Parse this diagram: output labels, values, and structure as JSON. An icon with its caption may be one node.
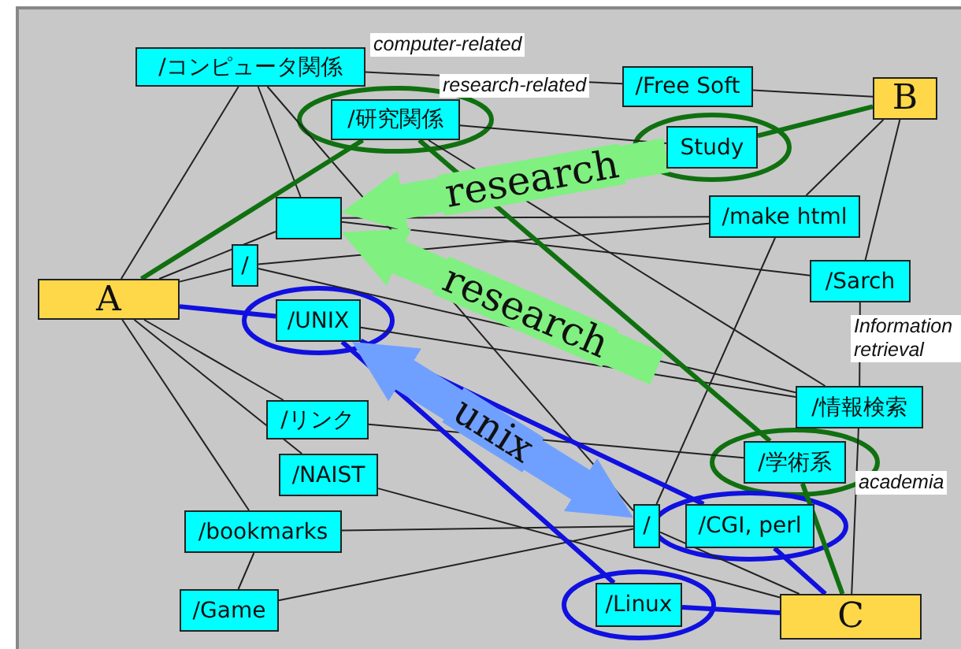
{
  "diagram": {
    "nodes": [
      {
        "text": [
          "A"
        ]
      },
      {
        "text": [
          "B"
        ]
      },
      {
        "text": [
          "C"
        ]
      },
      {
        "text": [
          "/コンピュータ関係"
        ],
        "beside": [
          "computer-related"
        ]
      },
      {
        "text": [
          "/研究関係"
        ],
        "beside": [
          "research-related"
        ]
      },
      {
        "text": [
          "/Free Soft"
        ]
      },
      {
        "text": [
          "Study"
        ]
      },
      {
        "text": [],
        "shape": "box"
      },
      {
        "text": [
          "/"
        ]
      },
      {
        "text": [
          "/make html"
        ]
      },
      {
        "text": [
          "/Sarch"
        ]
      },
      {
        "text": [
          "/UNIX"
        ]
      },
      {
        "text": [
          "/リンク"
        ]
      },
      {
        "text": [
          "/NAIST"
        ]
      },
      {
        "text": [
          "/bookmarks"
        ]
      },
      {
        "text": [
          "/Game"
        ]
      },
      {
        "text": [
          "/情報検索"
        ]
      },
      {
        "text": [
          "/学術系"
        ],
        "beside": [
          "academia"
        ]
      },
      {
        "text": [
          "/"
        ]
      },
      {
        "text": [
          "/CGI, perl"
        ]
      },
      {
        "text": [
          "/Linux"
        ]
      }
    ],
    "edges": [
      {
        "from": 0,
        "to": 4,
        "arrow": "none",
        "style": "thick",
        "color": "#107010"
      },
      {
        "from": 4,
        "to": 17,
        "arrow": "none",
        "style": "thick",
        "color": "#107010"
      },
      {
        "from": 6,
        "to": 1,
        "arrow": "none",
        "style": "thick",
        "color": "#107010"
      },
      {
        "from": 17,
        "to": 2,
        "arrow": "none",
        "style": "thick",
        "color": "#107010"
      },
      {
        "from": 0,
        "to": 11,
        "arrow": "none",
        "style": "thick",
        "color": "#1010e0"
      },
      {
        "from": 11,
        "to": 20,
        "arrow": "none",
        "style": "thick",
        "color": "#1010e0"
      },
      {
        "from": 11,
        "to": 19,
        "arrow": "none",
        "style": "thick",
        "color": "#1010e0"
      },
      {
        "from": 19,
        "to": 2,
        "arrow": "none",
        "style": "thick",
        "color": "#1010e0"
      },
      {
        "from": 20,
        "to": 2,
        "arrow": "none",
        "style": "thick",
        "color": "#1010e0"
      },
      {
        "from": 6,
        "to": 7,
        "arrow": "to",
        "label": "research",
        "style": "thick",
        "color": "#80f080"
      },
      {
        "from": null,
        "to": 7,
        "arrow": "to",
        "label": "research",
        "style": "thick",
        "color": "#80f080"
      },
      {
        "from": 11,
        "to": 18,
        "arrow": "both",
        "label": "unix",
        "style": "thick",
        "color": "#70a0ff"
      },
      {
        "from": 0,
        "to": 3,
        "arrow": "none"
      },
      {
        "from": 0,
        "to": 8,
        "arrow": "none"
      },
      {
        "from": 0,
        "to": 7,
        "arrow": "none"
      },
      {
        "from": 0,
        "to": 12,
        "arrow": "none"
      },
      {
        "from": 0,
        "to": 13,
        "arrow": "none"
      },
      {
        "from": 0,
        "to": 14,
        "arrow": "none"
      },
      {
        "from": 14,
        "to": 15,
        "arrow": "none"
      },
      {
        "from": 3,
        "to": 7,
        "arrow": "none"
      },
      {
        "from": 3,
        "to": 18,
        "arrow": "none"
      },
      {
        "from": 3,
        "to": 5,
        "arrow": "none"
      },
      {
        "from": 4,
        "to": 6,
        "arrow": "none"
      },
      {
        "from": 5,
        "to": 1,
        "arrow": "none"
      },
      {
        "from": 1,
        "to": 9,
        "arrow": "none"
      },
      {
        "from": 1,
        "to": 10,
        "arrow": "none"
      },
      {
        "from": 10,
        "to": 16,
        "arrow": "none"
      },
      {
        "from": 7,
        "to": 9,
        "arrow": "none"
      },
      {
        "from": 7,
        "to": 10,
        "arrow": "none"
      },
      {
        "from": 8,
        "to": 9,
        "arrow": "none"
      },
      {
        "from": 9,
        "to": 18,
        "arrow": "none"
      },
      {
        "from": 4,
        "to": 16,
        "arrow": "none"
      },
      {
        "from": 11,
        "to": 16,
        "arrow": "none"
      },
      {
        "from": 12,
        "to": 17,
        "arrow": "none"
      },
      {
        "from": 13,
        "to": 2,
        "arrow": "none"
      },
      {
        "from": 14,
        "to": 18,
        "arrow": "none"
      },
      {
        "from": 15,
        "to": 18,
        "arrow": "none"
      },
      {
        "from": 18,
        "to": 2,
        "arrow": "none"
      },
      {
        "from": 8,
        "to": 16,
        "arrow": "none"
      },
      {
        "from": 16,
        "to": 2,
        "arrow": "none"
      }
    ],
    "labels": [
      "Information retrieval"
    ]
  }
}
